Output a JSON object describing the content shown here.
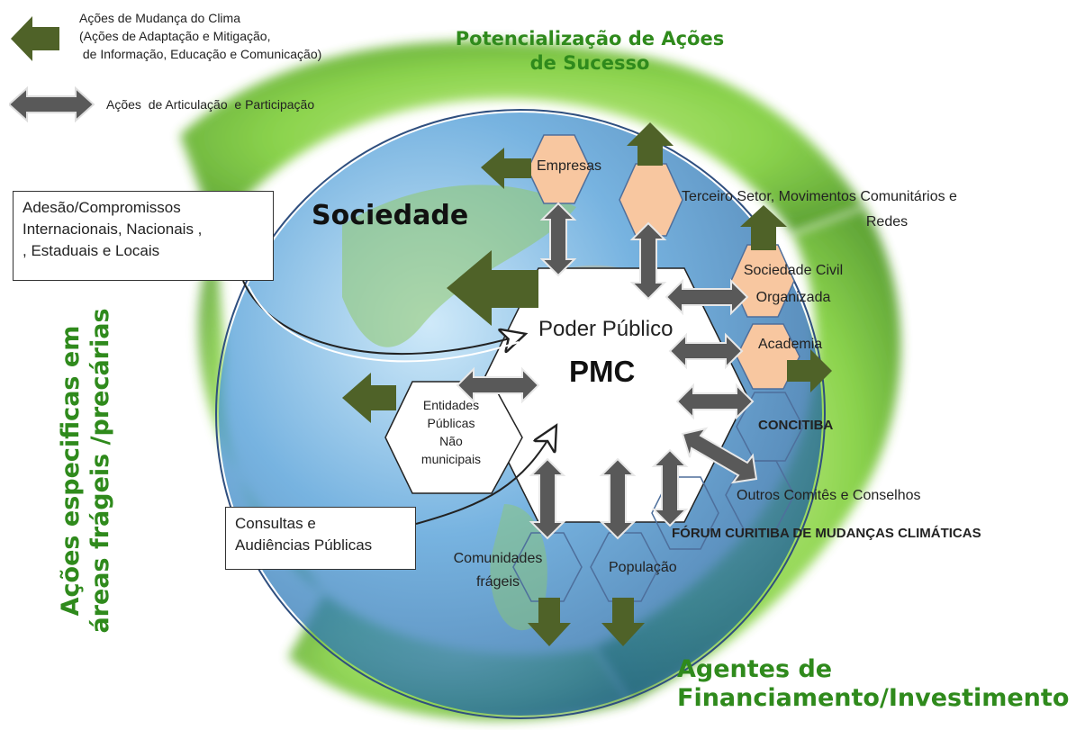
{
  "legend": {
    "green_arrow_lines": [
      "Ações de Mudança do Clima",
      "(Ações de Adaptação e Mitigação,",
      " de Informação, Educação e Comunicação)"
    ],
    "gray_arrow_label": "Ações  de Articulação  e Participação"
  },
  "titles": {
    "top": [
      "Potencialização de Ações",
      "de Sucesso"
    ],
    "bottom": [
      "Agentes de",
      "Financiamento/Investimento"
    ],
    "left": [
      "Ações especificas em",
      "áreas frágeis /precárias"
    ],
    "sociedade": "Sociedade"
  },
  "boxes": {
    "adesao": [
      "Adesão/Compromissos",
      "Internacionais, Nacionais ,",
      ", Estaduais e Locais"
    ],
    "consultas": [
      "Consultas e",
      "Audiências Públicas"
    ]
  },
  "center": {
    "line1": "Poder Público",
    "line2": "PMC"
  },
  "nodes": {
    "empresas": "Empresas",
    "terceiro_setor": [
      "Terceiro Setor, Movimentos Comunitários e",
      "Redes"
    ],
    "sociedade_civil": [
      "Sociedade Civil",
      "Organizada"
    ],
    "academia": "Academia",
    "concitiba": "CONCITIBA",
    "outros": "Outros Comitês e Conselhos",
    "forum": "FÓRUM CURITIBA DE MUDANÇAS CLIMÁTICAS",
    "populacao": "População",
    "comunidades": [
      "Comunidades",
      "frágeis"
    ],
    "entidades": [
      "Entidades",
      "Públicas",
      "Não",
      "municipais"
    ]
  },
  "colors": {
    "action_arrow": "#4f6228",
    "articulation_arrow": "#595959",
    "title_green": "#2f8a1c",
    "hexagon_fill": "#f8c7a0",
    "hexagon_stroke": "#4e6f9c",
    "globe_ocean": "#2a7fc0",
    "foliage": "#7fcf3a"
  },
  "icons": [
    "green-arrow-icon",
    "gray-double-arrow-icon"
  ]
}
